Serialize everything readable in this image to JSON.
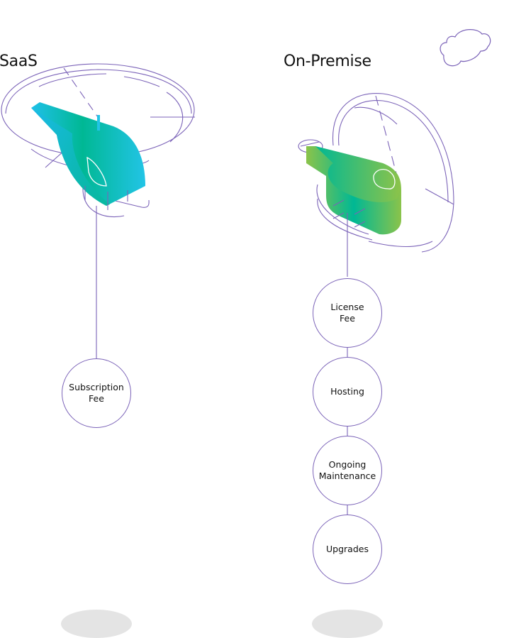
{
  "colors": {
    "line": "#7b63b8",
    "saas_gradient": [
      "#1fc0e8",
      "#00b894"
    ],
    "onprem_gradient": [
      "#8bc34a",
      "#00b894"
    ],
    "shadow": "#e4e4e4"
  },
  "columns": [
    {
      "title": "SaaS",
      "icon": "helicopter-icon",
      "costs": [
        {
          "label": "Subscription Fee"
        }
      ]
    },
    {
      "title": "On-Premise",
      "icon": "helicopter-icon",
      "costs": [
        {
          "label": "License Fee"
        },
        {
          "label": "Hosting"
        },
        {
          "label": "Ongoing Maintenance"
        },
        {
          "label": "Upgrades"
        }
      ]
    }
  ],
  "decorations": {
    "cloud": "cloud-icon"
  }
}
